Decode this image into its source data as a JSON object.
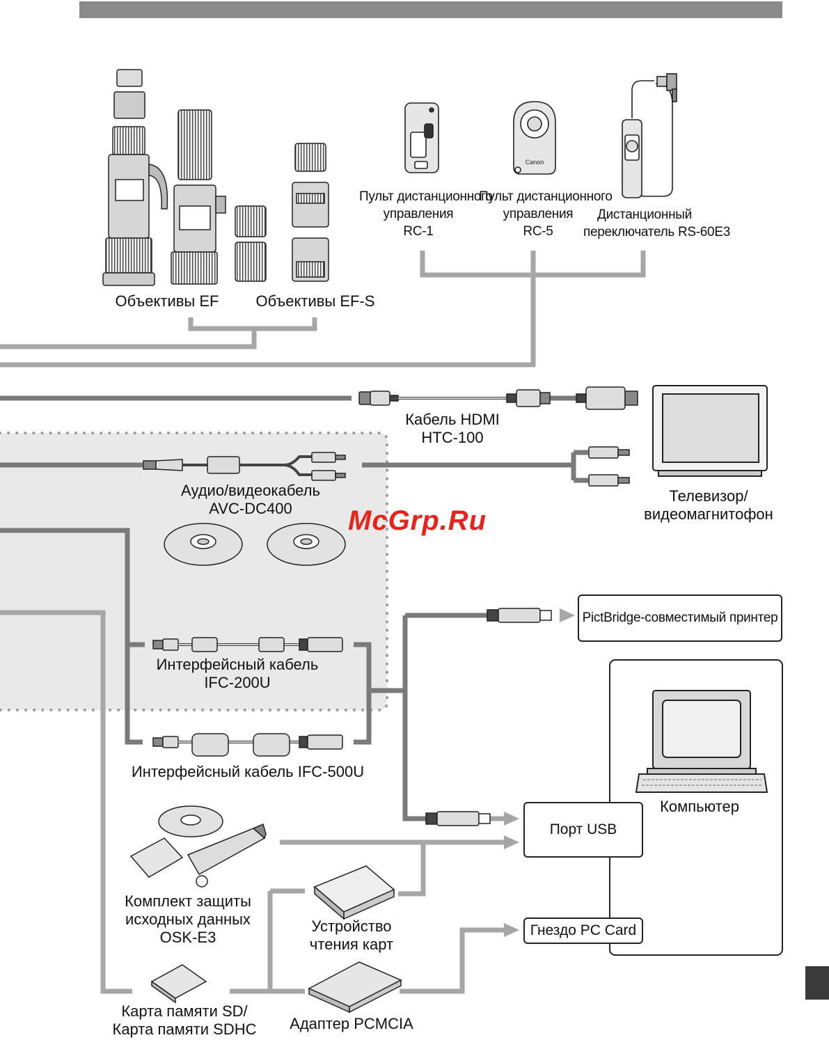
{
  "watermark": "McGrp.Ru",
  "lenses": {
    "ef_label": "Объективы EF",
    "efs_label": "Объективы EF-S"
  },
  "remotes": {
    "rc1": [
      "Пульт дистанционного",
      "управления",
      "RC-1"
    ],
    "rc5": [
      "Пульт дистанционного",
      "управления",
      "RC-5"
    ],
    "rs60": [
      "Дистанционный",
      "переключатель RS-60E3"
    ],
    "brand": "Canon"
  },
  "hdmi": {
    "label": [
      "Кабель HDMI",
      "HTC-100"
    ]
  },
  "av": {
    "label": [
      "Аудио/видеокабель",
      "AVC-DC400"
    ]
  },
  "tv": {
    "label": [
      "Телевизор/",
      "видеомагнитофон"
    ]
  },
  "printer": {
    "label": "PictBridge-совместимый принтер"
  },
  "ifc200": {
    "label": [
      "Интерфейсный кабель",
      "IFC-200U"
    ]
  },
  "ifc500": {
    "label": "Интерфейсный кабель IFC-500U"
  },
  "computer": {
    "label": "Компьютер",
    "usb_port": "Порт USB",
    "pc_card_slot": "Гнездо PC Card"
  },
  "osk": {
    "label": [
      "Комплект защиты",
      "исходных данных",
      "OSK-E3"
    ]
  },
  "card_reader": {
    "label": [
      "Устройство",
      "чтения карт"
    ]
  },
  "sd": {
    "label": [
      "Карта памяти SD/",
      "Карта памяти SDHC"
    ]
  },
  "pcmcia": {
    "label": "Адаптер PCMCIA"
  },
  "colors": {
    "line_gray": "#a6a6a6",
    "line_dark": "#7a7a7a",
    "panel": "#e9e9ea",
    "header_bar": "#8a8a8a",
    "watermark": "#e8231c"
  }
}
